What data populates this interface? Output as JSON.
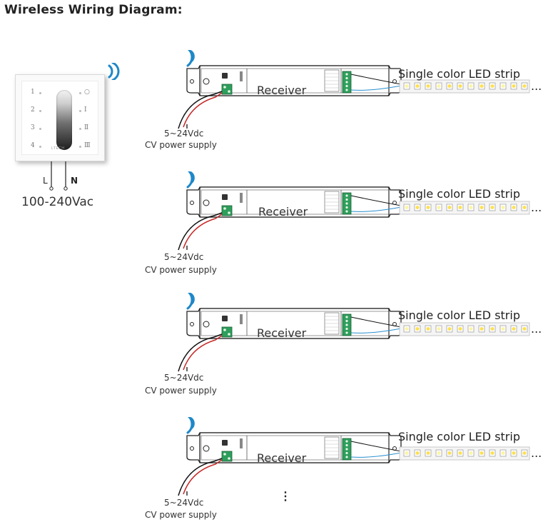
{
  "title": "Wireless Wiring Diagram:",
  "panel": {
    "keys_left": [
      "1",
      "2",
      "3",
      "4"
    ],
    "keys_right": [
      "○",
      "Ⅰ",
      "Ⅱ",
      "Ⅲ"
    ],
    "brand": "LTECH",
    "terminal_l": "L",
    "terminal_n": "N",
    "input_voltage": "100-240Vac"
  },
  "receivers": [
    {
      "label": "Receiver",
      "strip_label": "Single color LED strip",
      "psu_voltage": "5~24Vdc",
      "psu_type": "CV power supply"
    },
    {
      "label": "Receiver",
      "strip_label": "Single color LED strip",
      "psu_voltage": "5~24Vdc",
      "psu_type": "CV power supply"
    },
    {
      "label": "Receiver",
      "strip_label": "Single color LED strip",
      "psu_voltage": "5~24Vdc",
      "psu_type": "CV power supply"
    },
    {
      "label": "Receiver",
      "strip_label": "Single color LED strip",
      "psu_voltage": "5~24Vdc",
      "psu_type": "CV power supply"
    }
  ],
  "strip_continuation": "...",
  "more_receivers": "⋮",
  "colors": {
    "wireless_signal": "#1e88c8",
    "power_positive_wire": "#c62828",
    "power_negative_wire": "#111111",
    "led_signal_wire": "#2a8fd0",
    "terminal_green": "#2e9f5b"
  },
  "icons": [
    "wifi-signal-icon",
    "led-chip-icon"
  ]
}
